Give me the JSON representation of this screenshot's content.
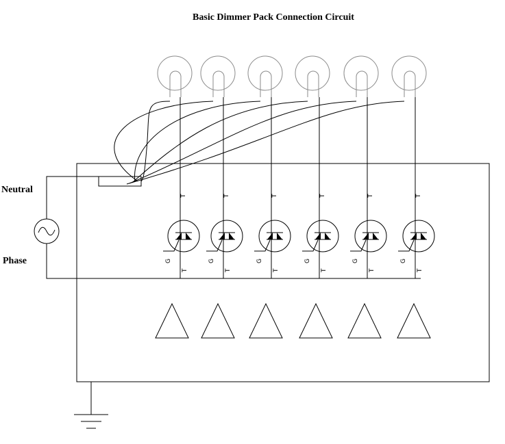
{
  "title": "Basic Dimmer Pack Connection Circuit",
  "labels": {
    "neutral": "Neutral",
    "phase": "Phase",
    "ac_source_symbol": "~"
  },
  "channel_count": 6,
  "terminal_labels": {
    "top": "T",
    "bottom": "T",
    "gate": "G"
  },
  "colors": {
    "line": "#000000",
    "lamp": "#8a8a8a",
    "background": "#ffffff"
  },
  "components": {
    "lamps": 6,
    "triacs": 6,
    "triangles": 6,
    "ground": 1,
    "ac_source": 1,
    "neutral_bus": 1
  }
}
